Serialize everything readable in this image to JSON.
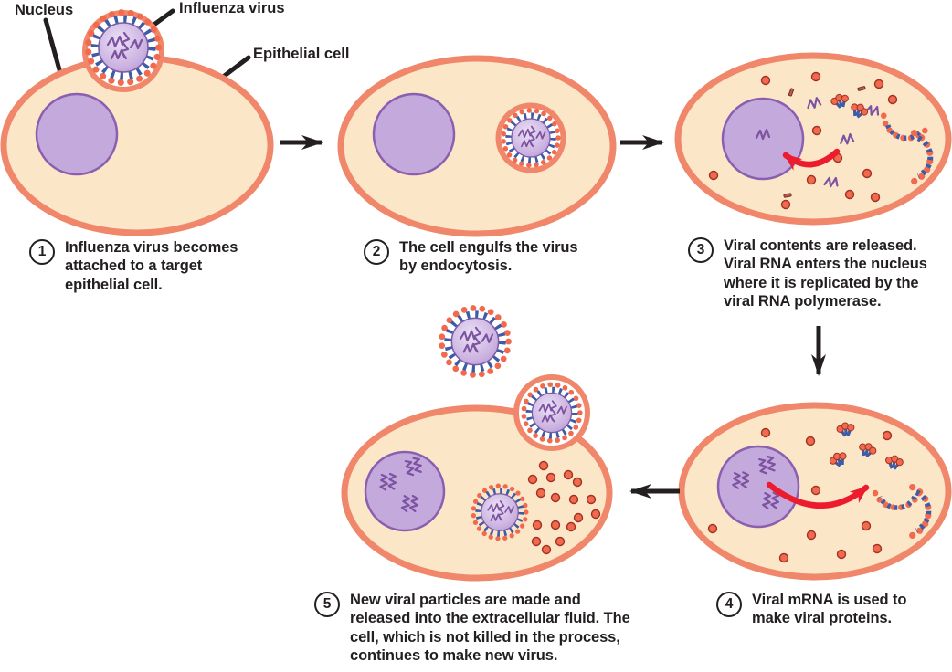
{
  "labels": {
    "nucleus": "Nucleus",
    "influenza_virus": "Influenza virus",
    "epithelial_cell": "Epithelial cell"
  },
  "steps": [
    {
      "number": "1",
      "text": "Influenza virus becomes attached to a target epithelial cell."
    },
    {
      "number": "2",
      "text": "The cell engulfs the virus by endocytosis."
    },
    {
      "number": "3",
      "text": "Viral contents are released. Viral RNA enters the nucleus where it is replicated by the viral RNA polymerase."
    },
    {
      "number": "4",
      "text": "Viral mRNA is used to make viral proteins."
    },
    {
      "number": "5",
      "text": "New viral particles are made and released into the extracellular fluid. The cell, which is not killed in the process, continues to make new virus."
    }
  ],
  "colors": {
    "background": "#FFFFFF",
    "text": "#231F20",
    "arrow_black": "#231F20",
    "arrow_red": "#EC1C2E",
    "membrane": "#F0876B",
    "cytoplasm": "#FCE6C8",
    "nucleus_fill": "#C4A9DC",
    "nucleus_stroke": "#8A5FB0",
    "virus_core": "#CBB1E0",
    "virus_core_light": "#EBE1F5",
    "rna": "#7C52A1",
    "spike_blue": "#3D5CA8",
    "spike_red": "#F26A4D",
    "spike_red_dark": "#A03124"
  }
}
